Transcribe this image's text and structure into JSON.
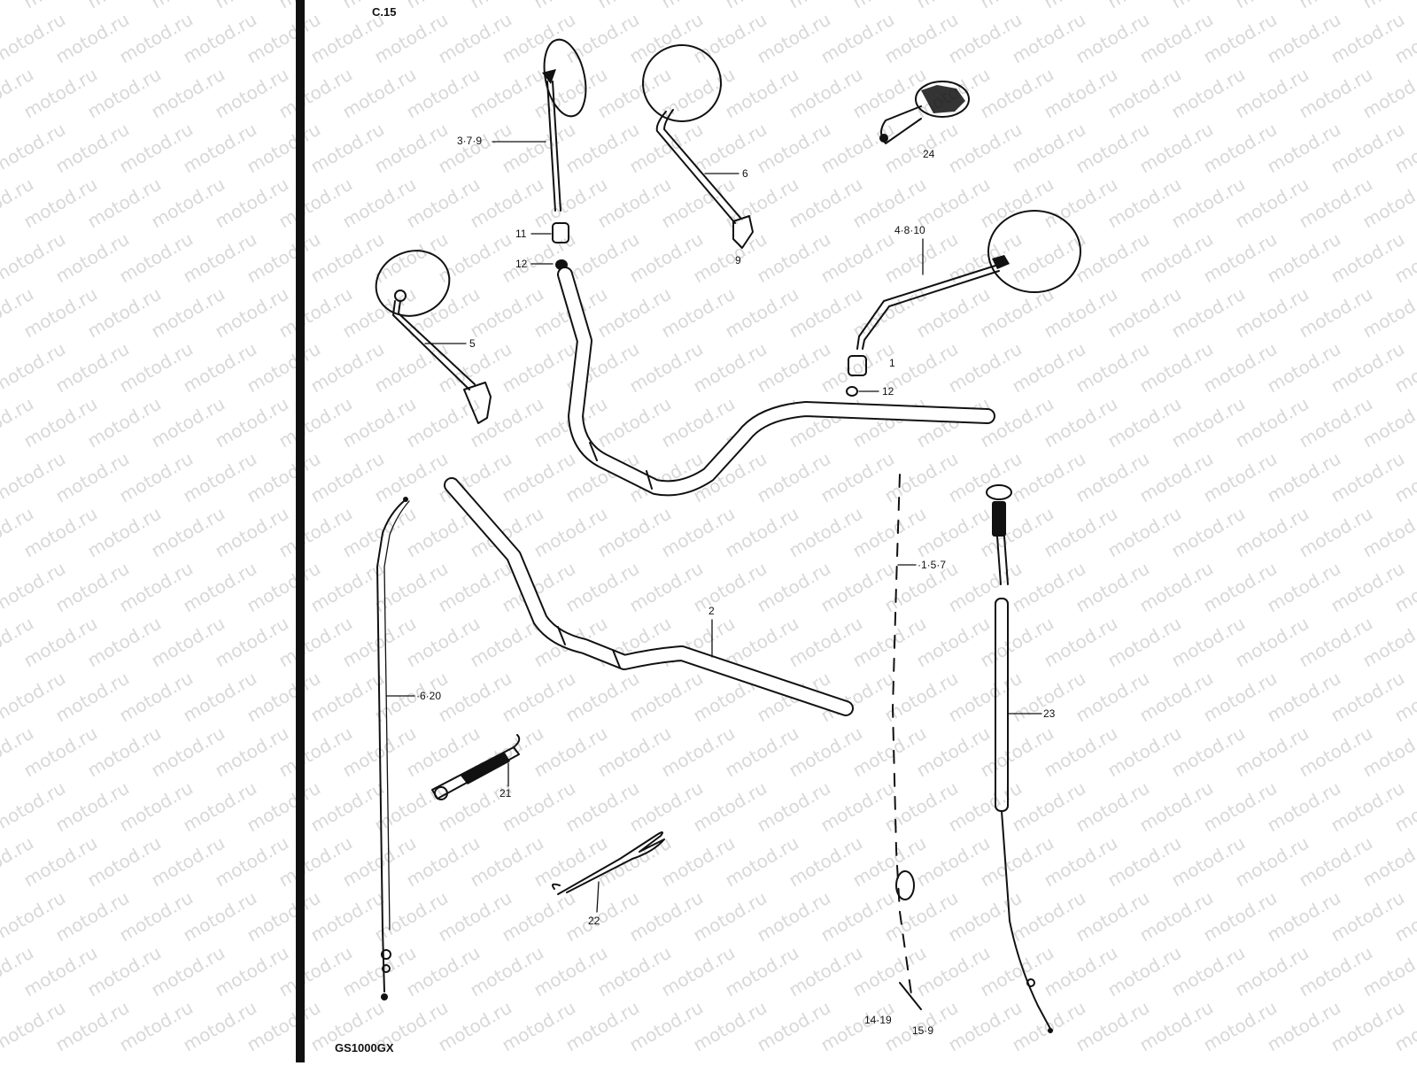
{
  "watermark": "motod.ru",
  "model": "GS1000GX",
  "header_fragment": "C.15",
  "labels": {
    "p3_7_9": "3·7·9",
    "p6": "6",
    "p24": "24",
    "p4_8_10": "4·8·10",
    "p11": "11",
    "p12": "12",
    "p9": "9",
    "p5": "5",
    "p12b": "12",
    "p1b": "1",
    "p6_20": "·6·20",
    "p2": "2",
    "p21": "21",
    "p22": "22",
    "p23": "23",
    "p1_5_7": "·1·5·7",
    "p14_19": "14·19",
    "p15_9": "15·9"
  }
}
